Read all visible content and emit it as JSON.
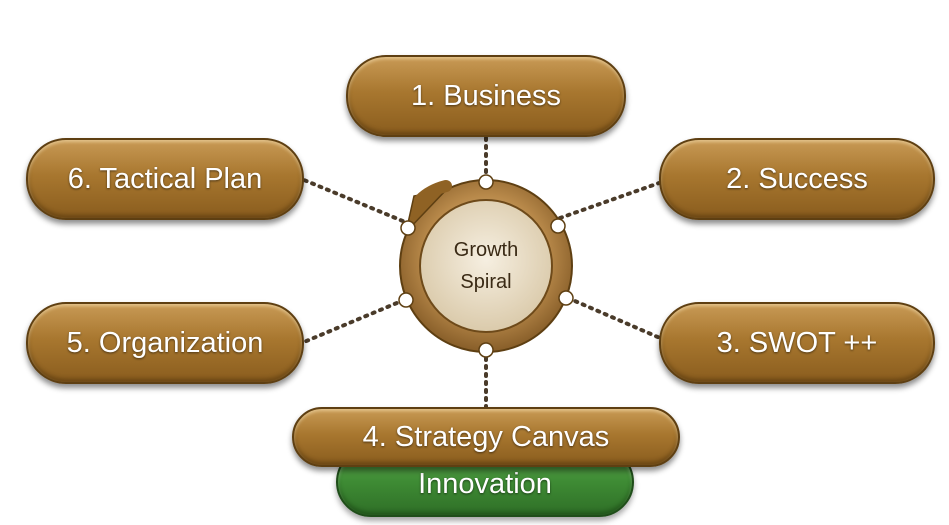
{
  "center": {
    "line1": "Growth",
    "line2": "Spiral"
  },
  "nodes": {
    "business": "1.  Business",
    "success": "2.  Success",
    "swot": "3.  SWOT ++",
    "strategy": "4.  Strategy Canvas",
    "organization": "5.  Organization",
    "tactical": "6.  Tactical Plan",
    "innovation": "Innovation"
  },
  "colors": {
    "node_fill": "#a8772f",
    "innovation_fill": "#3e8b34",
    "ring": "#a67a3a",
    "connector": "#4a3b2a"
  }
}
